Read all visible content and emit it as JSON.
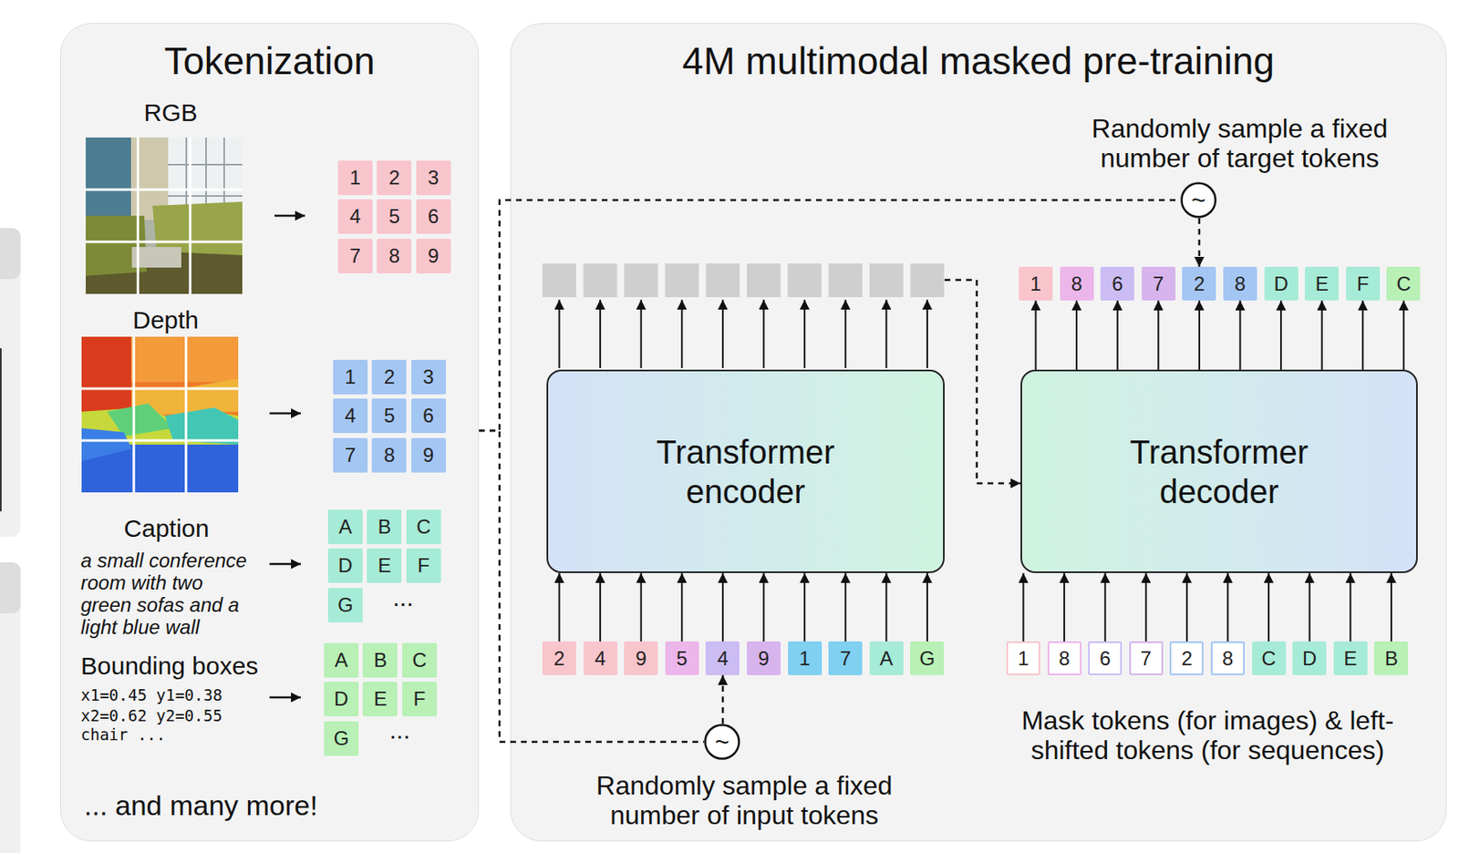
{
  "diagram": {
    "nodes": [
      {
        "text": [
          "Tokenization"
        ]
      },
      {
        "text": [
          "1"
        ],
        "in": 0
      },
      {
        "text": [
          "2"
        ],
        "in": 0
      },
      {
        "text": [
          "3"
        ],
        "in": 0
      },
      {
        "text": [
          "4"
        ],
        "in": 0
      },
      {
        "text": [
          "5"
        ],
        "in": 0
      },
      {
        "text": [
          "6"
        ],
        "in": 0
      },
      {
        "text": [
          "7"
        ],
        "in": 0
      },
      {
        "text": [
          "8"
        ],
        "in": 0
      },
      {
        "text": [
          "9"
        ],
        "in": 0
      },
      {
        "text": [
          "1"
        ],
        "in": 0
      },
      {
        "text": [
          "2"
        ],
        "in": 0
      },
      {
        "text": [
          "3"
        ],
        "in": 0
      },
      {
        "text": [
          "4"
        ],
        "in": 0
      },
      {
        "text": [
          "5"
        ],
        "in": 0
      },
      {
        "text": [
          "6"
        ],
        "in": 0
      },
      {
        "text": [
          "7"
        ],
        "in": 0
      },
      {
        "text": [
          "8"
        ],
        "in": 0
      },
      {
        "text": [
          "9"
        ],
        "in": 0
      },
      {
        "text": [
          "A"
        ],
        "in": 0
      },
      {
        "text": [
          "B"
        ],
        "in": 0
      },
      {
        "text": [
          "C"
        ],
        "in": 0
      },
      {
        "text": [
          "D"
        ],
        "in": 0
      },
      {
        "text": [
          "E"
        ],
        "in": 0
      },
      {
        "text": [
          "F"
        ],
        "in": 0
      },
      {
        "text": [
          "G"
        ],
        "in": 0
      },
      {
        "text": [
          "A"
        ],
        "in": 0
      },
      {
        "text": [
          "B"
        ],
        "in": 0
      },
      {
        "text": [
          "C"
        ],
        "in": 0
      },
      {
        "text": [
          "D"
        ],
        "in": 0
      },
      {
        "text": [
          "E"
        ],
        "in": 0
      },
      {
        "text": [
          "F"
        ],
        "in": 0
      },
      {
        "text": [
          "G"
        ],
        "in": 0
      },
      {
        "text": [
          "4M multimodal masked pre-training"
        ]
      },
      {
        "text": [
          "~"
        ],
        "in": 33
      },
      {
        "text": [
          "1"
        ],
        "in": 33
      },
      {
        "text": [
          "8"
        ],
        "in": 33
      },
      {
        "text": [
          "6"
        ],
        "in": 33
      },
      {
        "text": [
          "7"
        ],
        "in": 33
      },
      {
        "text": [
          "2"
        ],
        "in": 33
      },
      {
        "text": [
          "8"
        ],
        "in": 33
      },
      {
        "text": [
          "D"
        ],
        "in": 33
      },
      {
        "text": [
          "E"
        ],
        "in": 33
      },
      {
        "text": [
          "F"
        ],
        "in": 33
      },
      {
        "text": [
          "C"
        ],
        "in": 33
      },
      {
        "text": [
          "Transformer encoder"
        ],
        "in": 33
      },
      {
        "text": [
          "Transformer decoder"
        ],
        "in": 33
      },
      {
        "text": [
          "2"
        ],
        "in": 33
      },
      {
        "text": [
          "4"
        ],
        "in": 33
      },
      {
        "text": [
          "9"
        ],
        "in": 33
      },
      {
        "text": [
          "5"
        ],
        "in": 33
      },
      {
        "text": [
          "4"
        ],
        "in": 33
      },
      {
        "text": [
          "9"
        ],
        "in": 33
      },
      {
        "text": [
          "1"
        ],
        "in": 33
      },
      {
        "text": [
          "7"
        ],
        "in": 33
      },
      {
        "text": [
          "A"
        ],
        "in": 33
      },
      {
        "text": [
          "G"
        ],
        "in": 33
      },
      {
        "text": [
          "1"
        ],
        "in": 33
      },
      {
        "text": [
          "8"
        ],
        "in": 33
      },
      {
        "text": [
          "6"
        ],
        "in": 33
      },
      {
        "text": [
          "7"
        ],
        "in": 33
      },
      {
        "text": [
          "2"
        ],
        "in": 33
      },
      {
        "text": [
          "8"
        ],
        "in": 33
      },
      {
        "text": [
          "C"
        ],
        "in": 33
      },
      {
        "text": [
          "D"
        ],
        "in": 33
      },
      {
        "text": [
          "E"
        ],
        "in": 33
      },
      {
        "text": [
          "B"
        ],
        "in": 33
      },
      {
        "text": [
          "~"
        ],
        "in": 33
      }
    ],
    "edges": [
      {
        "from": 0,
        "to": 34,
        "arrow": "none"
      },
      {
        "from": 34,
        "to": 39,
        "arrow": "to"
      },
      {
        "from": 45,
        "to": 46,
        "arrow": "to"
      },
      {
        "from": 46,
        "to": 35,
        "arrow": "to"
      },
      {
        "from": 46,
        "to": 36,
        "arrow": "to"
      },
      {
        "from": 46,
        "to": 37,
        "arrow": "to"
      },
      {
        "from": 46,
        "to": 38,
        "arrow": "to"
      },
      {
        "from": 46,
        "to": 39,
        "arrow": "to"
      },
      {
        "from": 46,
        "to": 40,
        "arrow": "to"
      },
      {
        "from": 46,
        "to": 41,
        "arrow": "to"
      },
      {
        "from": 46,
        "to": 42,
        "arrow": "to"
      },
      {
        "from": 46,
        "to": 43,
        "arrow": "to"
      },
      {
        "from": 46,
        "to": 44,
        "arrow": "to"
      },
      {
        "from": 47,
        "to": 45,
        "arrow": "to"
      },
      {
        "from": 48,
        "to": 45,
        "arrow": "to"
      },
      {
        "from": 49,
        "to": 45,
        "arrow": "to"
      },
      {
        "from": 50,
        "to": 45,
        "arrow": "to"
      },
      {
        "from": 51,
        "to": 45,
        "arrow": "to"
      },
      {
        "from": 52,
        "to": 45,
        "arrow": "to"
      },
      {
        "from": 53,
        "to": 45,
        "arrow": "to"
      },
      {
        "from": 54,
        "to": 45,
        "arrow": "to"
      },
      {
        "from": 55,
        "to": 45,
        "arrow": "to"
      },
      {
        "from": 56,
        "to": 45,
        "arrow": "to"
      },
      {
        "from": 57,
        "to": 46,
        "arrow": "to"
      },
      {
        "from": 58,
        "to": 46,
        "arrow": "to"
      },
      {
        "from": 59,
        "to": 46,
        "arrow": "to"
      },
      {
        "from": 60,
        "to": 46,
        "arrow": "to"
      },
      {
        "from": 61,
        "to": 46,
        "arrow": "to"
      },
      {
        "from": 62,
        "to": 46,
        "arrow": "to"
      },
      {
        "from": 63,
        "to": 46,
        "arrow": "to"
      },
      {
        "from": 64,
        "to": 46,
        "arrow": "to"
      },
      {
        "from": 65,
        "to": 46,
        "arrow": "to"
      },
      {
        "from": 66,
        "to": 46,
        "arrow": "to"
      },
      {
        "from": 0,
        "to": 67,
        "arrow": "none"
      },
      {
        "from": 67,
        "to": 51,
        "arrow": "to"
      }
    ],
    "labels": [
      "RGB",
      "Depth",
      "Caption",
      "a small conference room with two green sofas and a light blue wall",
      "...",
      "Bounding boxes",
      "x1=0.45 y1=0.38",
      "x2=0.62 y2=0.55",
      "chair ...",
      "...",
      "... and many more!",
      "Randomly sample a fixed number of target tokens",
      "Mask tokens (for images) & left-shifted tokens (for sequences)",
      "Randomly sample a fixed number of input tokens"
    ]
  }
}
